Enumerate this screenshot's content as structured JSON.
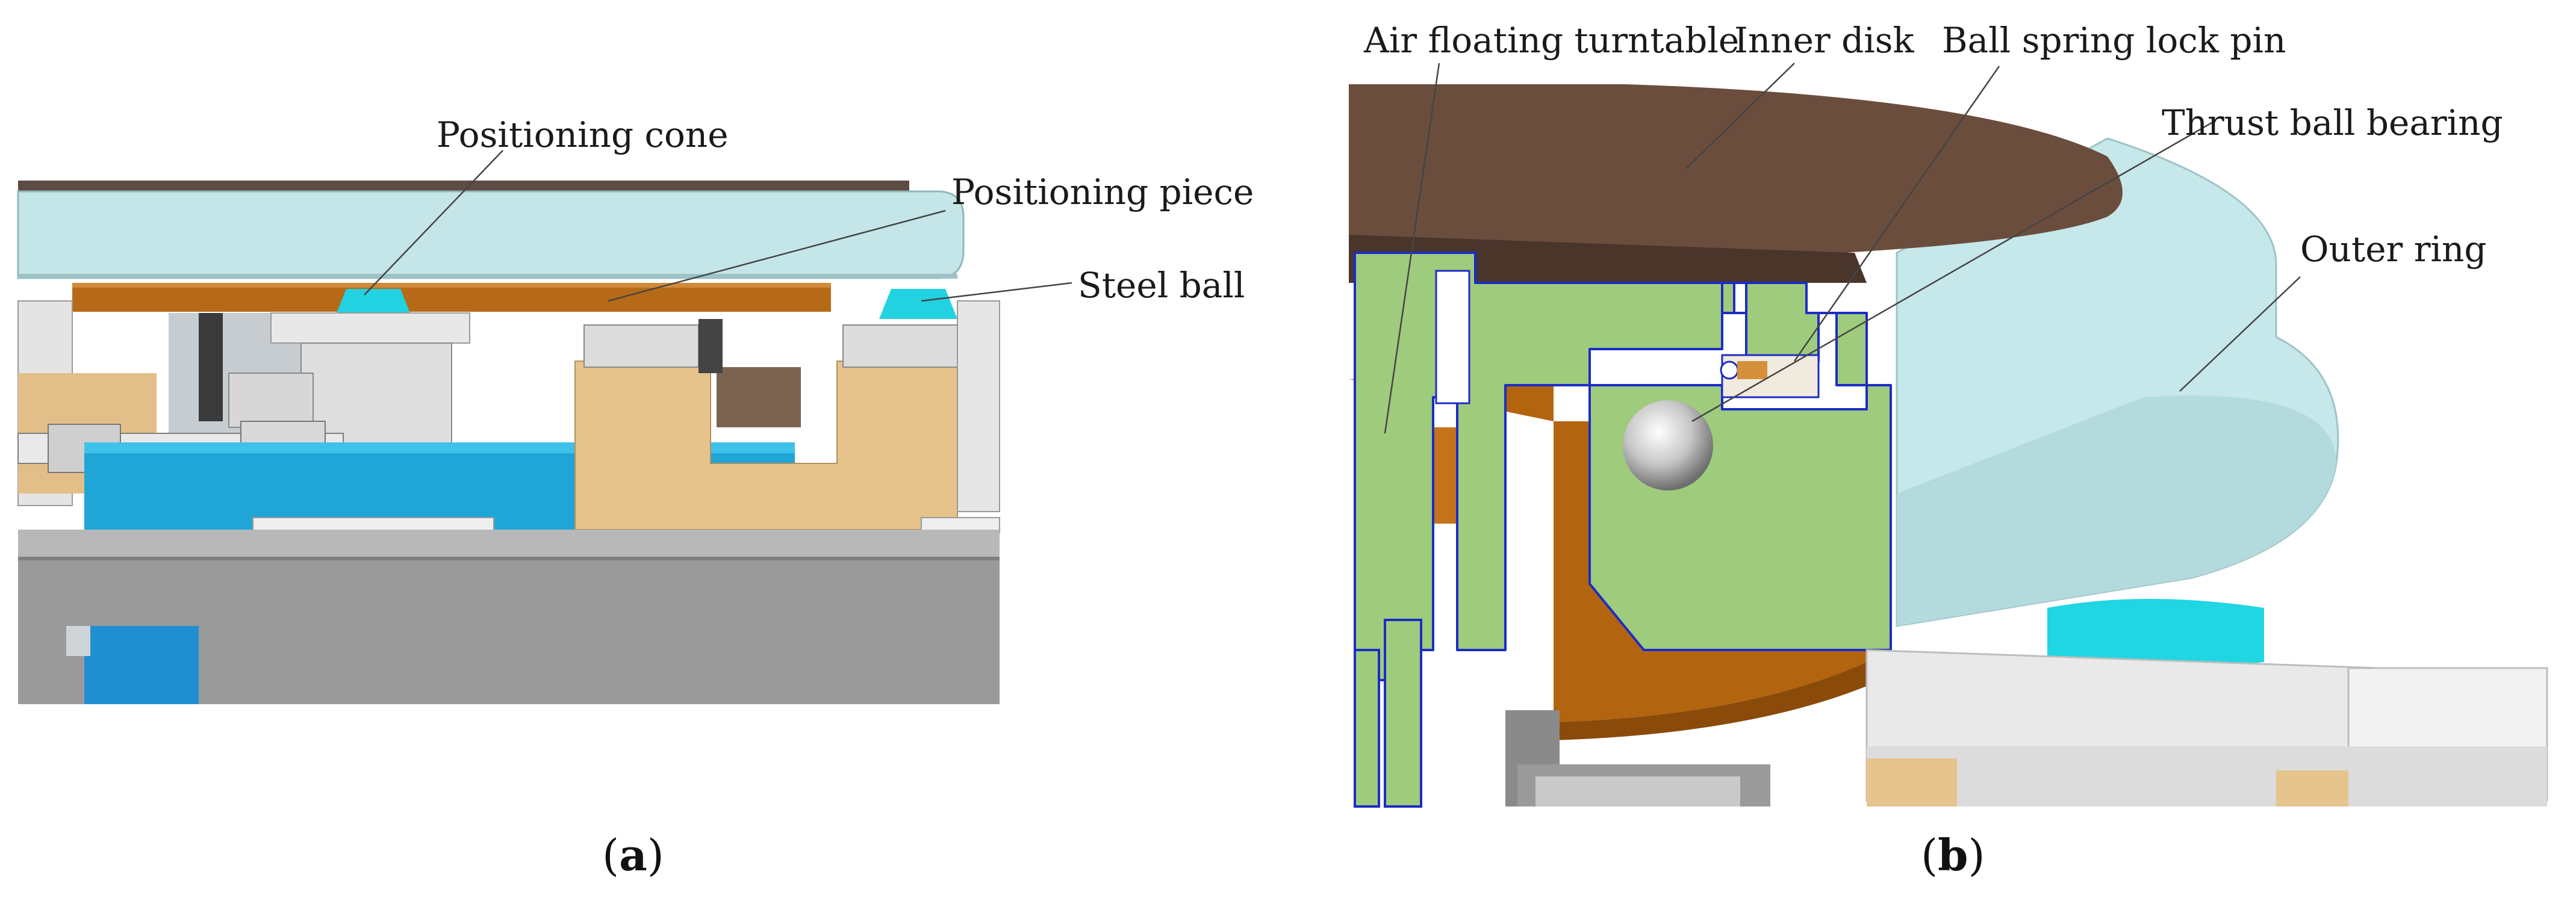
{
  "figure": {
    "panel_a": {
      "caption_letter": "a",
      "labels": {
        "positioning_cone": "Positioning cone",
        "positioning_piece": "Positioning piece",
        "steel_ball": "Steel ball"
      }
    },
    "panel_b": {
      "caption_letter": "b",
      "labels": {
        "air_floating_turntable": "Air floating turntable",
        "inner_disk": "Inner disk",
        "ball_spring_lock_pin": "Ball spring lock pin",
        "thrust_ball_bearing": "Thrust ball bearing",
        "outer_ring": "Outer ring"
      }
    }
  },
  "colors": {
    "light_cyan": "#c6e8ea",
    "dark_brown": "#6b4d3e",
    "orange_brown": "#b36612",
    "green": "#9fcb7c",
    "cyan": "#20d6e2",
    "gray": "#9b9b9b",
    "tan": "#e8c48c",
    "blue": "#22a8d8",
    "outline_blue": "#1c2cc8"
  }
}
